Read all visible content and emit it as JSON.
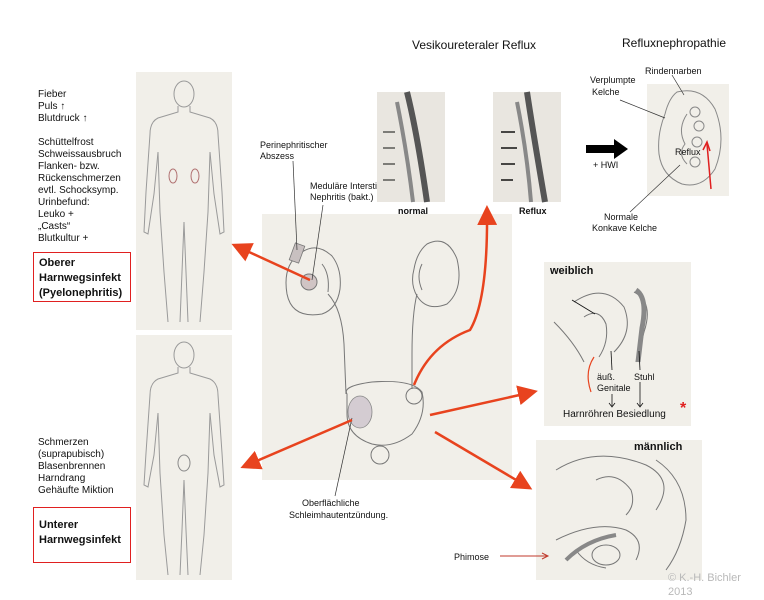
{
  "titles": {
    "vesico": "Vesikoureteraler Reflux",
    "nephro": "Refluxnephropathie"
  },
  "upper_symptoms": [
    "Fieber",
    "Puls ↑",
    "Blutdruck ↑",
    "",
    "Schüttelfrost",
    "Schweissausbruch",
    "Flanken- bzw.",
    "Rückenschmerzen",
    "evtl. Schocksymp.",
    "Urinbefund:",
    "Leuko +",
    "„Casts“",
    "Blutkultur +"
  ],
  "upper_box": {
    "line1": "Oberer",
    "line2": "Harnwegsinfekt",
    "line3": "(Pyelonephritis)"
  },
  "lower_symptoms": [
    "Schmerzen",
    "  (suprapubisch)",
    "Blasenbrennen",
    "Harndrang",
    "Gehäufte Miktion"
  ],
  "lower_box": {
    "line1": "Unterer",
    "line2": "Harnwegsinfekt"
  },
  "center_labels": {
    "abszess": [
      "Perinephritischer",
      "Abszess"
    ],
    "medullaer": [
      "Meduläre Interstitielle",
      "Nephritis (bakt.)"
    ],
    "schleim": [
      "Oberflächliche",
      "Schleimhautentzündung."
    ]
  },
  "reflux_labels": {
    "normal": "normal",
    "reflux": "Reflux",
    "hwi": "+ HWI"
  },
  "nephro_labels": {
    "verplumpte": [
      "Verplumpte",
      "Kelche"
    ],
    "rindennarben": "Rindennarben",
    "reflux_inner": "Reflux",
    "normale": [
      "Normale",
      "Konkave Kelche"
    ]
  },
  "weiblich": {
    "title": "weiblich",
    "aeuss": [
      "äuß.",
      "Genitale"
    ],
    "stuhl": "Stuhl",
    "besiedlung": "Harnröhren Besiedlung",
    "star": "*"
  },
  "maennlich": {
    "title": "männlich",
    "phimose": "Phimose"
  },
  "copyright": [
    "© K.-H. Bichler",
    "2013"
  ],
  "colors": {
    "arrow_red": "#e8431e",
    "box_red": "#e02020",
    "panel": "#f1efe9",
    "copyright": "#b9b9b9"
  }
}
